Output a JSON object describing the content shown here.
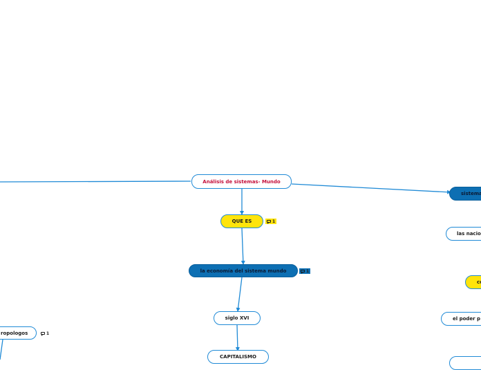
{
  "diagram": {
    "root": {
      "label": "Análisis de sistemas- Mundo"
    },
    "nodes": {
      "que_es": {
        "label": "QUE ES",
        "comment_count": "1"
      },
      "economia": {
        "label": "la economía del sistema mundo",
        "comment_count": "1"
      },
      "siglo": {
        "label": "siglo XVI"
      },
      "capitalismo": {
        "label": "CAPITALISMO"
      },
      "sistema_right": {
        "label": "sistema"
      },
      "naciones": {
        "label": "las nacio"
      },
      "co": {
        "label": "co"
      },
      "poder": {
        "label": "el poder p"
      },
      "antropologos": {
        "label": "ropologos",
        "comment_count": "1"
      }
    },
    "colors": {
      "connector": "#1f8ad6",
      "root_text": "#c40f3a",
      "topic_blue": "#0d6fb3",
      "topic_yellow": "#ffe40b"
    }
  }
}
